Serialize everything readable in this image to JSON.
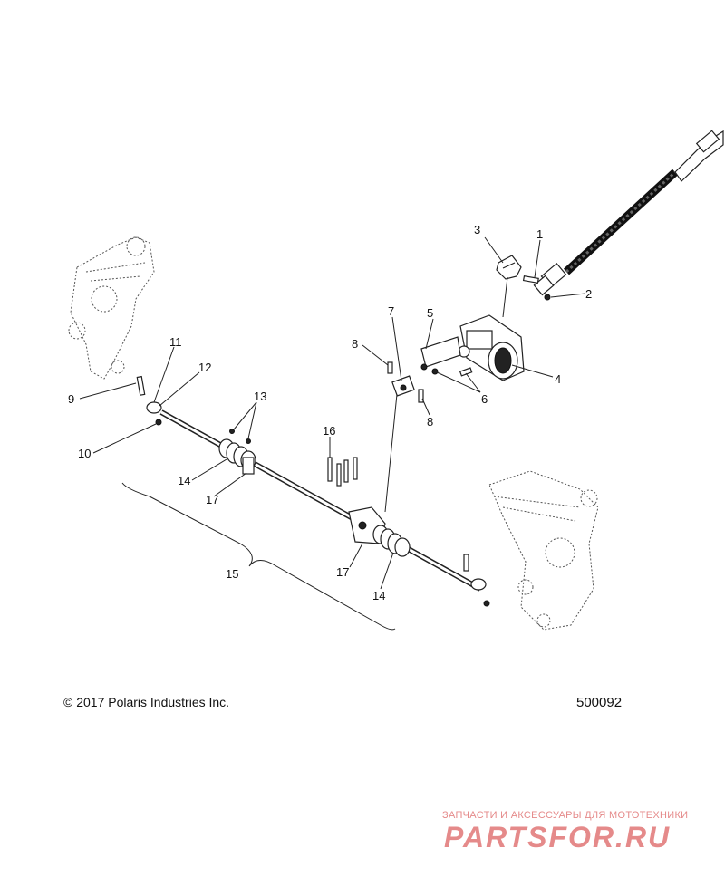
{
  "callouts": {
    "c1": "1",
    "c2": "2",
    "c3": "3",
    "c4": "4",
    "c5": "5",
    "c6": "6",
    "c7": "7",
    "c8a": "8",
    "c8b": "8",
    "c9": "9",
    "c10": "10",
    "c11": "11",
    "c12": "12",
    "c13": "13",
    "c14a": "14",
    "c14b": "14",
    "c15": "15",
    "c16": "16",
    "c17a": "17",
    "c17b": "17"
  },
  "footer": {
    "copyright": "© 2017 Polaris Industries Inc.",
    "figure_number": "500092"
  },
  "watermark": {
    "tagline": "ЗАПЧАСТИ И АКСЕССУАРЫ ДЛЯ МОТОТЕХНИКИ",
    "logo": "PARTSFOR.RU"
  },
  "colors": {
    "line": "#222222",
    "watermark": "#e58a8a"
  }
}
